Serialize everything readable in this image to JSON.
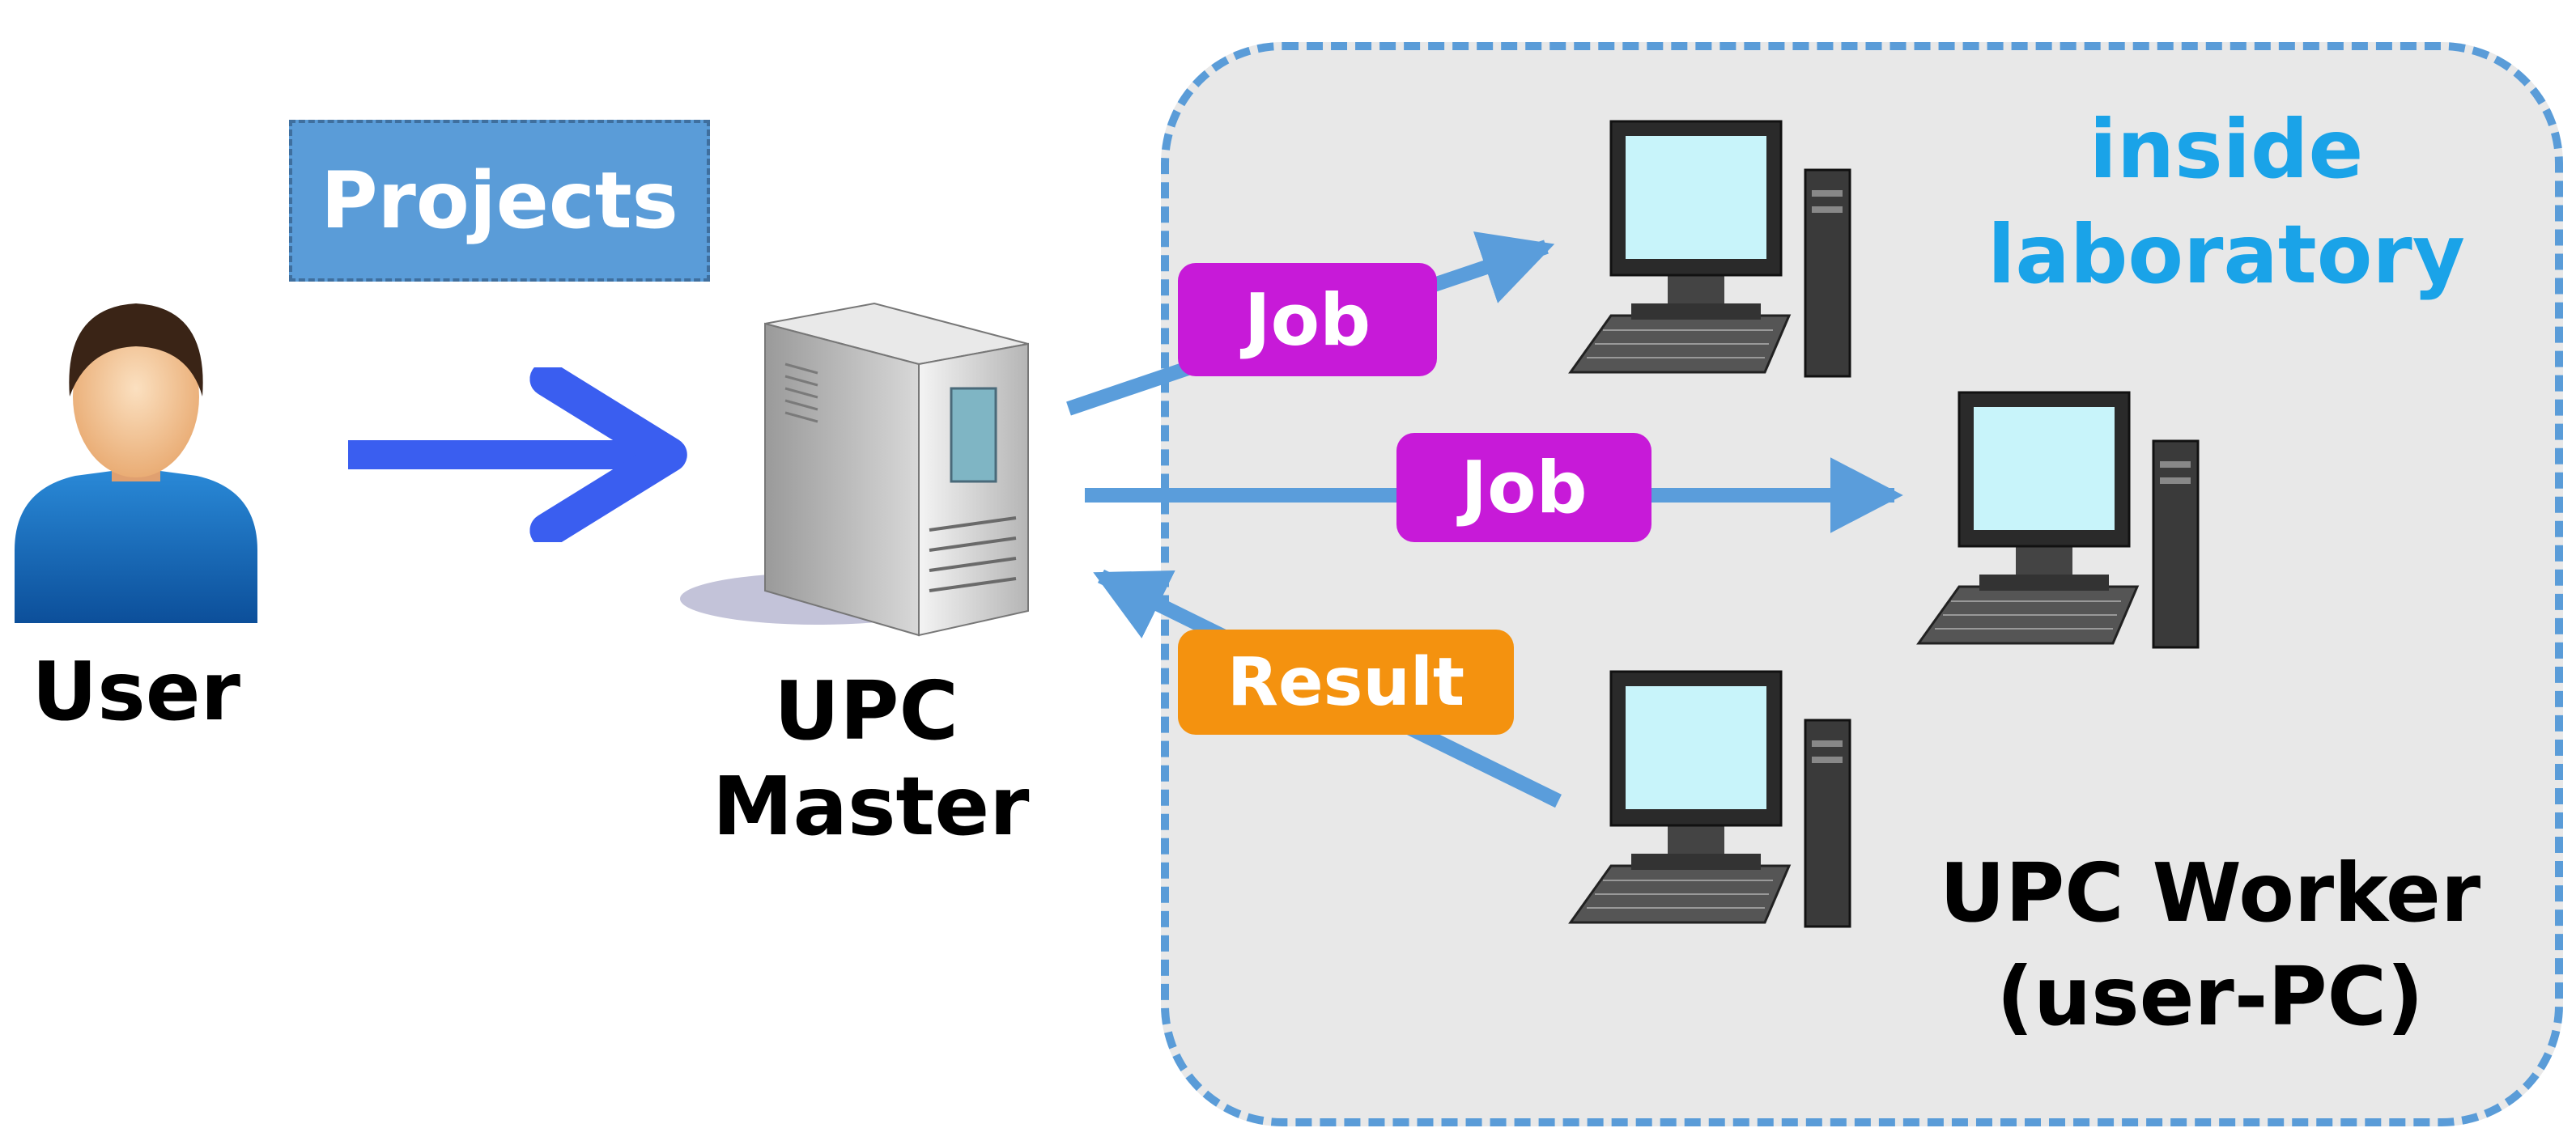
{
  "colors": {
    "user_arrow": "#3a5ef0",
    "flow_arrow": "#5a9ddb",
    "job_tag": "#c71ad8",
    "result_tag": "#f4920f",
    "projects_tag": "#5a9cd8",
    "region_fill": "#e8e8e8",
    "region_border": "#5a9cd8",
    "region_title": "#1aa3e8"
  },
  "labels": {
    "user": "User",
    "master_line1": "UPC",
    "master_line2": "Master",
    "worker_line1": "UPC Worker",
    "worker_line2": "(user-PC)",
    "region_line1": "inside",
    "region_line2": "laboratory"
  },
  "tags": {
    "projects": "Projects",
    "job_1": "Job",
    "job_2": "Job",
    "result": "Result"
  },
  "icons": {
    "user": "user-icon",
    "server": "server-icon",
    "workstation": "desktop-computer-icon"
  }
}
